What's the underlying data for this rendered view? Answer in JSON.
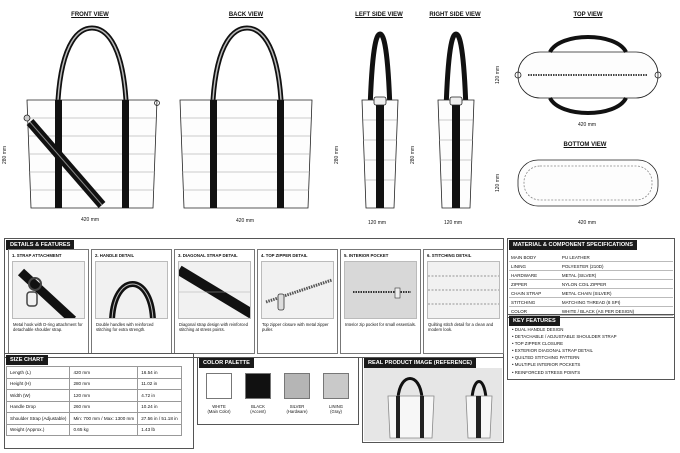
{
  "views": {
    "front": "FRONT VIEW",
    "back": "BACK VIEW",
    "left": "LEFT SIDE VIEW",
    "right": "RIGHT SIDE VIEW",
    "top": "TOP VIEW",
    "bottom": "BOTTOM VIEW"
  },
  "dims": {
    "length": "420 mm",
    "height": "280 mm",
    "width": "120 mm"
  },
  "details": {
    "header": "DETAILS & FEATURES",
    "items": [
      {
        "title": "1. STRAP ATTACHMENT",
        "desc": "Metal hook with D-ring attachment for detachable shoulder strap."
      },
      {
        "title": "2. HANDLE DETAIL",
        "desc": "Double handles with reinforced stitching for extra strength."
      },
      {
        "title": "3. DIAGONAL STRAP DETAIL",
        "desc": "Diagonal strap design with reinforced stitching at stress points."
      },
      {
        "title": "4. TOP ZIPPER DETAIL",
        "desc": "Top zipper closure with metal zipper puller."
      },
      {
        "title": "5. INTERIOR POCKET",
        "desc": "Interior zip pocket for small essentials."
      },
      {
        "title": "6. STITCHING DETAIL",
        "desc": "Quilting stitch detail for a clean and modern look."
      }
    ]
  },
  "materials": {
    "header": "MATERIAL & COMPONENT SPECIFICATIONS",
    "rows": [
      [
        "MAIN BODY",
        "PU LEATHER"
      ],
      [
        "LINING",
        "POLYESTER (210D)"
      ],
      [
        "HARDWARE",
        "METAL (SILVER)"
      ],
      [
        "ZIPPER",
        "NYLON COIL ZIPPER"
      ],
      [
        "CHAIN STRAP",
        "METAL CHAIN (SILVER)"
      ],
      [
        "STITCHING",
        "MATCHING THREAD (8 SPI)"
      ],
      [
        "COLOR",
        "WHITE / BLACK (AS PER DESIGN)"
      ]
    ]
  },
  "features": {
    "header": "KEY FEATURES",
    "items": [
      "DUAL HANDLE DESIGN",
      "DETACHABLE / ADJUSTABLE SHOULDER STRAP",
      "TOP ZIPPER CLOSURE",
      "EXTERIOR DIAGONAL STRAP DETAIL",
      "QUILTED STITCHING PATTERN",
      "MULTIPLE INTERIOR POCKETS",
      "REINFORCED STRESS POINTS"
    ]
  },
  "size_chart": {
    "header": "SIZE CHART",
    "rows": [
      [
        "Length (L)",
        "420 mm",
        "16.54 in"
      ],
      [
        "Height (H)",
        "280 mm",
        "11.02 in"
      ],
      [
        "Width (W)",
        "120 mm",
        "4.72 in"
      ],
      [
        "Handle Drop",
        "260 mm",
        "10.24 in"
      ],
      [
        "Shoulder Strap (Adjustable)",
        "Min: 700 mm / Max: 1300 mm",
        "27.56 in / 51.18 in"
      ],
      [
        "Weight (Approx.)",
        "0.65 kg",
        "1.43 lb"
      ]
    ]
  },
  "palette": {
    "header": "COLOR PALETTE",
    "items": [
      {
        "name": "WHITE",
        "note": "(Main Color)",
        "hex": "#ffffff"
      },
      {
        "name": "BLACK",
        "note": "(Accent)",
        "hex": "#111111"
      },
      {
        "name": "SILVER",
        "note": "(Hardware)",
        "hex": "#b5b5b5"
      },
      {
        "name": "LINING",
        "note": "(Gray)",
        "hex": "#c9c9c9"
      }
    ]
  },
  "real_image": {
    "header": "REAL PRODUCT IMAGE (REFERENCE)"
  }
}
